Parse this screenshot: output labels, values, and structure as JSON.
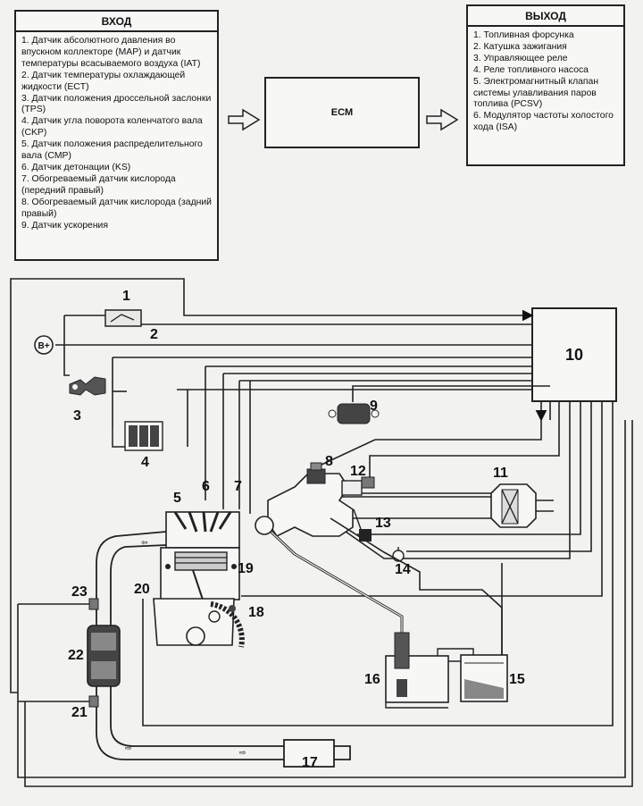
{
  "input_box": {
    "title": "ВХОД",
    "items": [
      "1. Датчик абсолютного давления во впускном коллекторе (MAP) и датчик температуры всасываемого воздуха (IAT)",
      "2. Датчик температуры охлаждающей жидкости (ECT)",
      "3. Датчик положения дроссельной заслонки (TPS)",
      "4. Датчик угла поворота коленчатого вала (CKP)",
      "5. Датчик положения распределительного вала (CMP)",
      "6. Датчик детонации (KS)",
      "7. Обогреваемый датчик кислорода (передний правый)",
      "8. Обогреваемый датчик кислорода (задний правый)",
      "9. Датчик ускорения"
    ]
  },
  "output_box": {
    "title": "ВЫХОД",
    "items": [
      "1. Топливная форсунка",
      "2. Катушка зажигания",
      "3. Управляющее реле",
      "4. Реле топливного насоса",
      "5. Электромагнитный клапан системы улавливания паров топлива (PCSV)",
      "6. Модулятор частоты холостого хода (ISA)"
    ]
  },
  "ecm_label": "ECM",
  "battery_label": "B+",
  "ecu_number": "10",
  "callouts": [
    "1",
    "2",
    "3",
    "4",
    "5",
    "6",
    "7",
    "8",
    "9",
    "11",
    "12",
    "13",
    "14",
    "15",
    "16",
    "17",
    "18",
    "19",
    "20",
    "21",
    "22",
    "23"
  ]
}
